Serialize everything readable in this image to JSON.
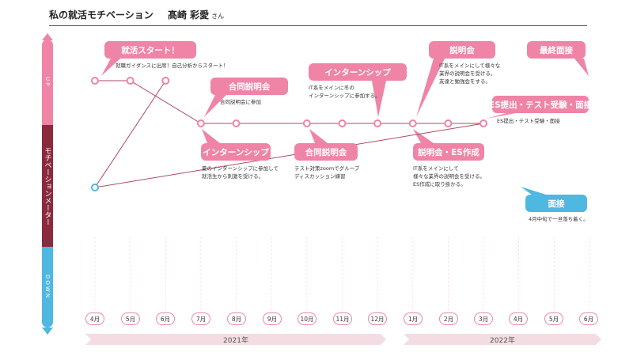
{
  "header": {
    "title": "私の就活モチベーション",
    "name": "髙崎 彩愛",
    "suffix": "さん"
  },
  "axis": {
    "up": "UP",
    "middle": "モチベーションメーター",
    "down": "DOWN"
  },
  "colors": {
    "pink": "#ef84a6",
    "line": "#b24a5c",
    "blue": "#4fb8e0",
    "maroon": "#8a2a3d"
  },
  "chart_data": {
    "type": "line",
    "title": "私の就活モチベーション",
    "categories": [
      "4月",
      "5月",
      "6月",
      "7月",
      "8月",
      "9月",
      "10月",
      "11月",
      "12月",
      "1月",
      "2月",
      "3月",
      "4月",
      "5月",
      "6月"
    ],
    "years": [
      "2021年",
      "2022年"
    ],
    "series": [
      {
        "x": [
          "4月",
          "5月",
          "7月",
          "8月",
          "10月",
          "11月",
          "12月",
          "1月",
          "2月",
          "3月",
          "4月",
          "6月"
        ],
        "values": [
          2,
          2,
          0,
          0,
          0,
          0,
          0,
          0,
          0,
          0,
          -3,
          2
        ]
      }
    ],
    "ylim": [
      -4,
      3
    ],
    "y_scale_note": "UP (top) to DOWN (bottom)"
  },
  "events": [
    {
      "label": "就活スタート！",
      "note": "就職ガイダンスに出席！自己分析からスタート！",
      "color": "pink"
    },
    {
      "label": "合同説明会",
      "note": "合同説明会に参加",
      "color": "pink"
    },
    {
      "label": "インターンシップ",
      "note": "夏のインターンシップに参加して\n就活生から刺激を受ける。",
      "color": "pink"
    },
    {
      "label": "合同説明会",
      "note": "テスト対策zoomでグループ\nディスカッション練習",
      "color": "pink"
    },
    {
      "label": "インターンシップ",
      "note": "IT系をメインに冬の\nインターンシップに参加する。",
      "color": "pink"
    },
    {
      "label": "説明会",
      "note": "IT系をメインにして様々な\n業界の説明会を受ける。\n友達と勉強会をする。",
      "color": "pink"
    },
    {
      "label": "説明会・ES作成",
      "note": "IT系をメインにして\n様々な業界の説明会を受ける。\nES作成に取り掛かる。",
      "color": "pink"
    },
    {
      "label": "最終面接",
      "note": "",
      "color": "pink"
    },
    {
      "label": "ES提出・テスト受験・面接",
      "note": "ES提出・テスト受験・面接",
      "color": "pink"
    },
    {
      "label": "面接",
      "note": "4月中旬で一旦落ち着く。",
      "color": "blue"
    }
  ]
}
